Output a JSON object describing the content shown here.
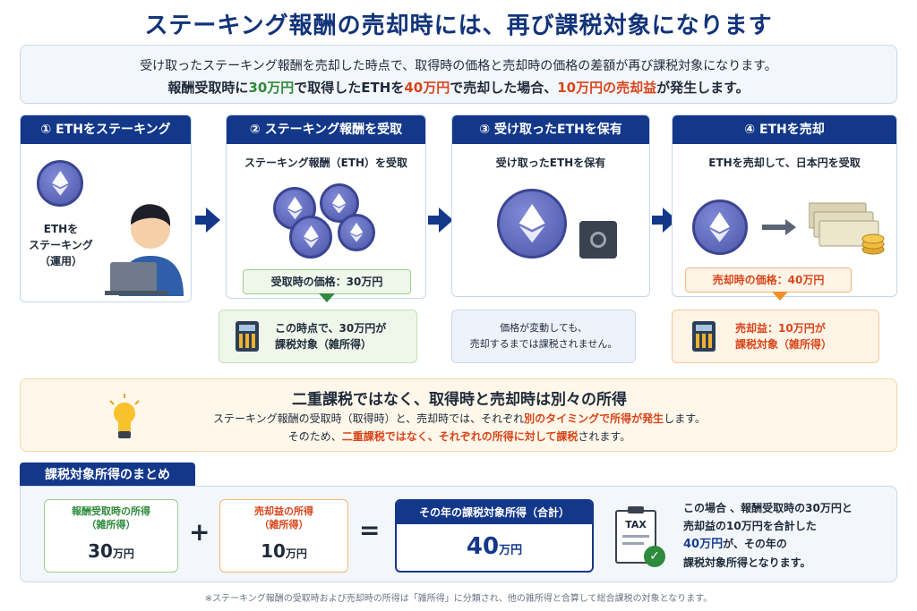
{
  "title": "ステーキング報酬の売却時には、再び課税対象になります",
  "intro": {
    "line1": "受け取ったステーキング報酬を売却した時点で、取得時の価格と売却時の価格の差額が再び課税対象になります。",
    "line2_a": "報酬受取時に",
    "line2_b": "30万円",
    "line2_c": "で取得したETHを",
    "line2_d": "40万円",
    "line2_e": "で売却した場合、",
    "line2_f": "10万円の売却益",
    "line2_g": "が発生します。"
  },
  "steps": [
    {
      "header": "① ETHをステーキング",
      "caption_1": "ETHを",
      "caption_2": "ステーキング",
      "caption_3": "（運用）"
    },
    {
      "header": "② ステーキング報酬を受取",
      "sub": "ステーキング報酬（ETH）を受取",
      "tag": "受取時の価格：30万円",
      "note_1": "この時点で、30万円が",
      "note_2": "課税対象（雑所得）"
    },
    {
      "header": "③ 受け取ったETHを保有",
      "sub": "受け取ったETHを保有",
      "note_1": "価格が変動しても、",
      "note_2": "売却するまでは課税されません。"
    },
    {
      "header": "④ ETHを売却",
      "sub": "ETHを売却して、日本円を受取",
      "tag": "売却時の価格：40万円",
      "note_1": "売却益：10万円が",
      "note_2": "課税対象（雑所得）"
    }
  ],
  "info": {
    "title": "二重課税ではなく、取得時と売却時は別々の所得",
    "l1_a": "ステーキング報酬の受取時（取得時）と、売却時では、それぞれ",
    "l1_b": "別のタイミングで所得が発生",
    "l1_c": "します。",
    "l2_a": "そのため、",
    "l2_b": "二重課税ではなく、それぞれの所得に対して課税",
    "l2_c": "されます。"
  },
  "summary": {
    "header": "課税対象所得のまとめ",
    "box1_h1": "報酬受取時の所得",
    "box1_h2": "（雑所得）",
    "box1_v": "30",
    "box2_h1": "売却益の所得",
    "box2_h2": "（雑所得）",
    "box2_v": "10",
    "box3_h": "その年の課税対象所得（合計）",
    "box3_v": "40",
    "unit": "万円",
    "plus": "+",
    "equals": "=",
    "tax_label": "TAX",
    "side_1": "この場合 、報酬受取時の30万円と",
    "side_2": "売却益の10万円を合計した",
    "side_3a": "40万円",
    "side_3b": "が、その年の",
    "side_4": "課税対象所得となります。"
  },
  "footer": "※ステーキング報酬の受取時および売却時の所得は「雑所得」に分類され、他の雑所得と合算して総合課税の対象となります。"
}
